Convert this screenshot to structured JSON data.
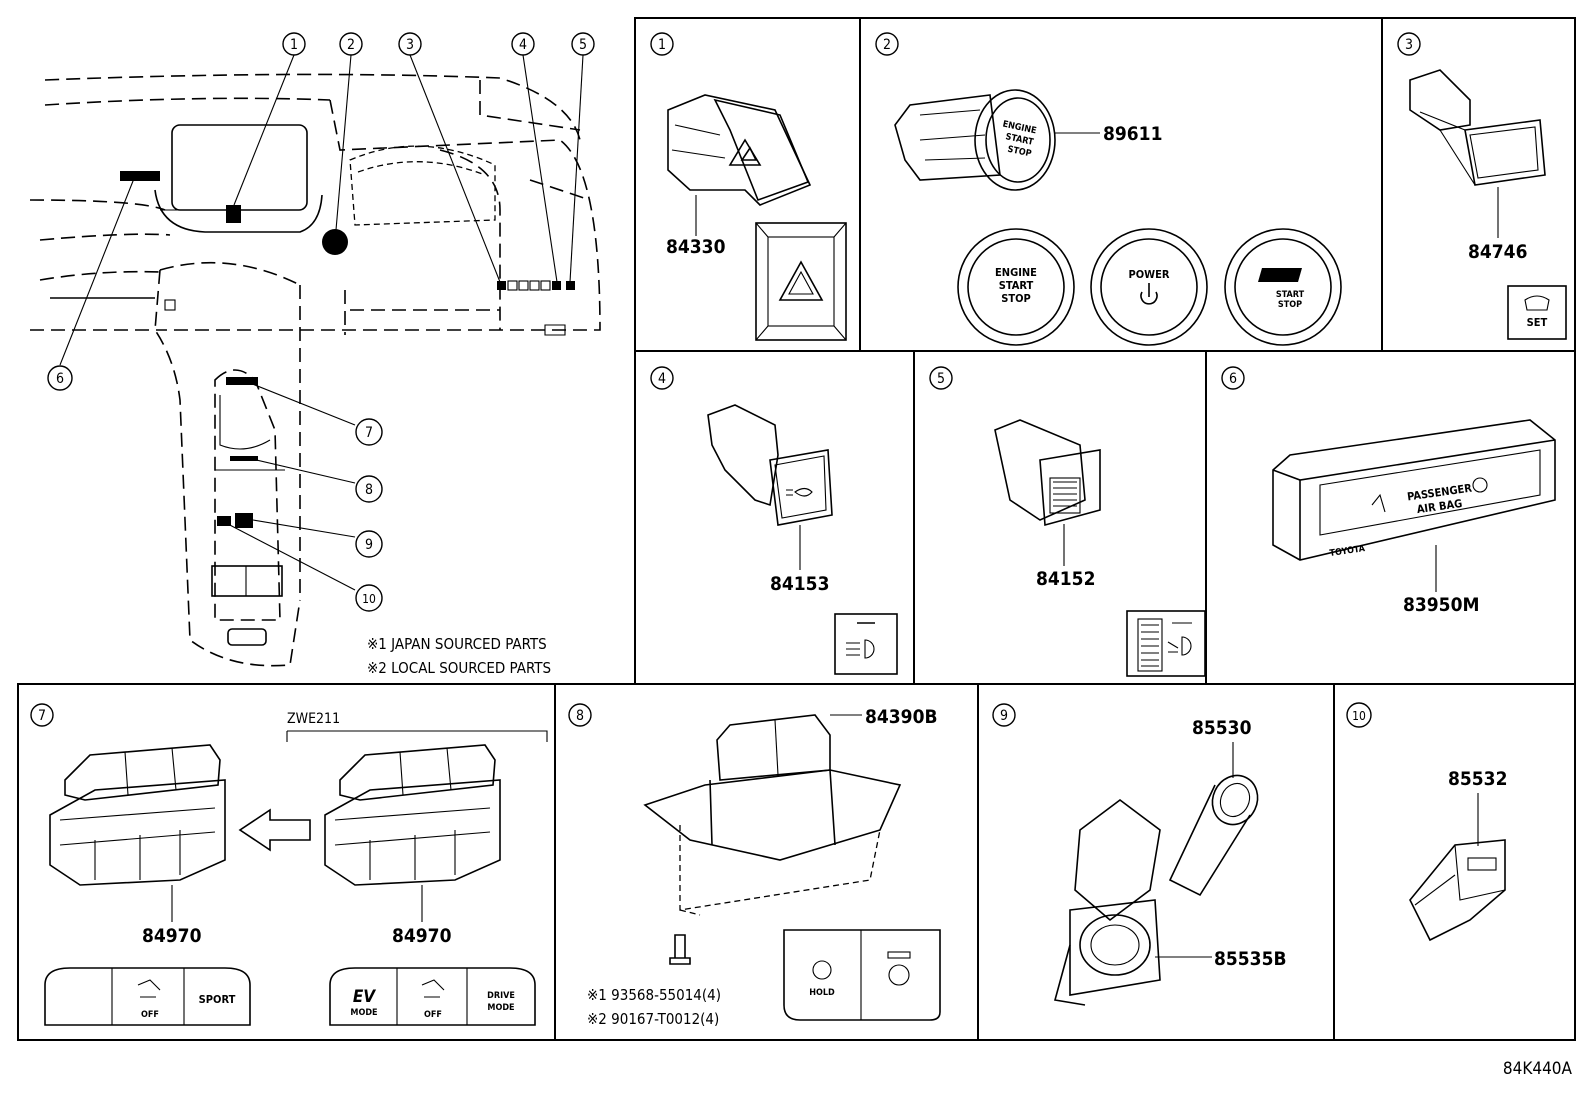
{
  "callout_numbers": [
    "1",
    "2",
    "3",
    "4",
    "5",
    "6",
    "7",
    "8",
    "9",
    "10"
  ],
  "notes": {
    "japan": "※1 JAPAN SOURCED PARTS",
    "local": "※2 LOCAL SOURCED PARTS"
  },
  "panels": {
    "p1": {
      "num": "1",
      "part": "84330"
    },
    "p2": {
      "num": "2",
      "part": "89611",
      "btn_engine": [
        "ENGINE",
        "START",
        "STOP"
      ],
      "btn_power": "POWER",
      "btn_gr": [
        "START",
        "STOP"
      ],
      "main_engine": [
        "ENGINE",
        "START",
        "STOP"
      ]
    },
    "p3": {
      "num": "3",
      "part": "84746",
      "icon_label": "SET"
    },
    "p4": {
      "num": "4",
      "part": "84153"
    },
    "p5": {
      "num": "5",
      "part": "84152"
    },
    "p6": {
      "num": "6",
      "part": "83950M",
      "label_1": "PASSENGER",
      "label_2": "AIR BAG",
      "brand": "TOYOTA"
    },
    "p7": {
      "num": "7",
      "model": "ZWE211",
      "part_left": "84970",
      "part_right": "84970",
      "face_left": [
        "",
        "OFF",
        "SPORT"
      ],
      "face_right": [
        "EV",
        "MODE",
        "OFF",
        "DRIVE",
        "MODE"
      ]
    },
    "p8": {
      "num": "8",
      "part": "84390B",
      "screw_1": "※1 93568-55014(4)",
      "screw_2": "※2 90167-T0012(4)",
      "hold": "HOLD"
    },
    "p9": {
      "num": "9",
      "part_top": "85530",
      "part_bottom": "85535B"
    },
    "p10": {
      "num": "10",
      "part": "85532"
    }
  },
  "drawing_code": "84K440A"
}
